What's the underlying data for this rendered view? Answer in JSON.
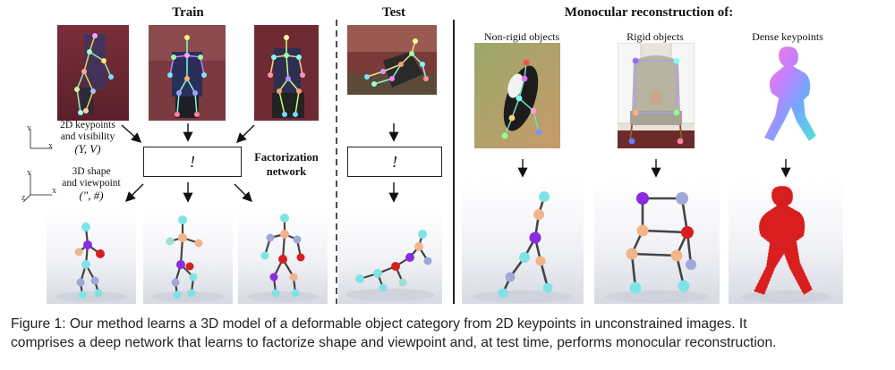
{
  "headers": {
    "train": "Train",
    "test": "Test",
    "monocular": "Monocular reconstruction of:"
  },
  "subheaders": {
    "non_rigid": "Non-rigid objects",
    "rigid": "Rigid objects",
    "dense": "Dense keypoints"
  },
  "labels": {
    "keypoints_line1": "2D keypoints",
    "keypoints_line2": "and visibility",
    "keypoints_math": "(Y, V)",
    "shape_line1": "3D shape",
    "shape_line2": "and viewpoint",
    "shape_math": "(\", #)",
    "factorization_line1": "Factorization",
    "factorization_line2": "network",
    "axis_y": "Y",
    "axis_x": "X",
    "axis_z": "Z"
  },
  "network_box": {
    "train_symbol": "!",
    "test_symbol": "!"
  },
  "caption": {
    "line1": "Figure 1: Our method learns a 3D model of a deformable object category from 2D keypoints in unconstrained images. It",
    "line2": "comprises a deep network that learns to factorize shape and viewpoint and, at test time, performs monocular reconstruction."
  },
  "colors": {
    "joint_cyan": "#7fe3e6",
    "joint_purple": "#8a2be2",
    "joint_red": "#d62020",
    "joint_peach": "#f2b48a",
    "bone": "#444444",
    "dense_red": "#d81e1e"
  }
}
